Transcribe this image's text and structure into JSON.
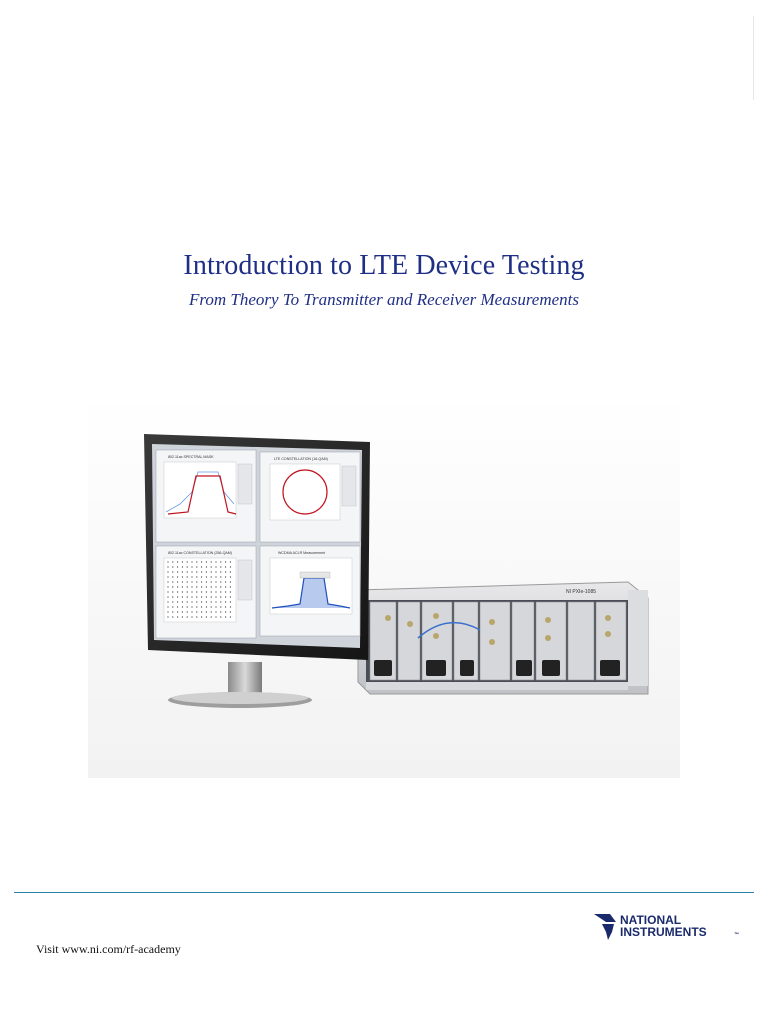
{
  "document": {
    "title": "Introduction to LTE Device Testing",
    "subtitle": "From Theory To Transmitter and Receiver Measurements"
  },
  "cover_image": {
    "panels": {
      "top_left": "802.11ac SPECTRAL MASK",
      "top_right": "LTE CONSTELLATION (16-QAM)",
      "bottom_left": "802.11ac CONSTELLATION (256-QAM)",
      "bottom_right": "WCDMA ACLR Measurement"
    },
    "chassis_label": "NI PXIe-1085"
  },
  "footer": {
    "link_text": "Visit www.ni.com/rf-academy",
    "logo_line1": "NATIONAL",
    "logo_line2": "INSTRUMENTS",
    "logo_mark": "™"
  },
  "colors": {
    "title": "#1f2f86",
    "rule": "#2a7fa8",
    "logo": "#1b2a6b"
  }
}
